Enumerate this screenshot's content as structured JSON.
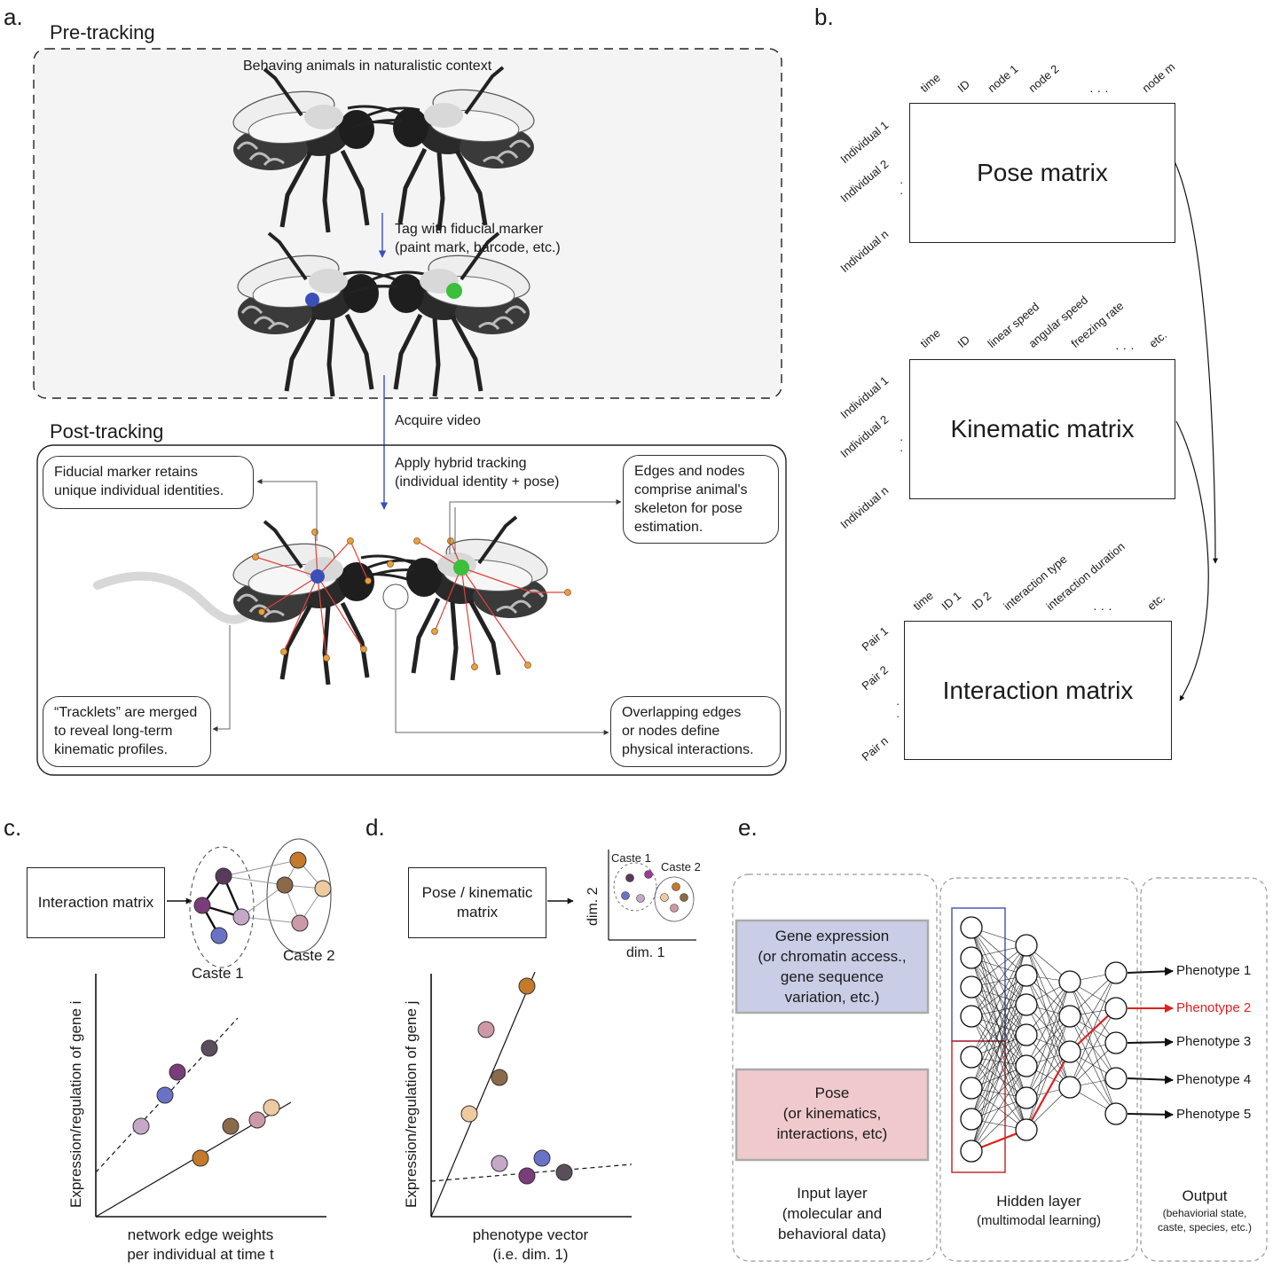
{
  "panels": {
    "a": "a.",
    "b": "b.",
    "c": "c.",
    "d": "d.",
    "e": "e."
  },
  "panel_a": {
    "pre_title": "Pre-tracking",
    "behaving": "Behaving animals in naturalistic context",
    "tag_line1": "Tag with fiducial marker",
    "tag_line2": "(paint mark, barcode, etc.)",
    "acquire": "Acquire video",
    "post_title": "Post-tracking",
    "apply_line1": "Apply hybrid tracking",
    "apply_line2": "(individual identity + pose)",
    "fiducial_line1": "Fiducial marker retains",
    "fiducial_line2": "unique individual identities.",
    "edges_line1": "Edges and nodes",
    "edges_line2": "comprise animal's",
    "edges_line3": "skeleton for pose",
    "edges_line4": "estimation.",
    "tracklets_line1": "“Tracklets” are merged",
    "tracklets_line2": "to reveal long-term",
    "tracklets_line3": "kinematic profiles.",
    "overlap_line1": "Overlapping edges",
    "overlap_line2": "or nodes define",
    "overlap_line3": "physical interactions.",
    "marker_colors": {
      "blue": "#3a4fb8",
      "green": "#3cbf3c",
      "skeleton": "#e0403a",
      "node": "#e8a040"
    }
  },
  "panel_b": {
    "pose": {
      "title": "Pose matrix",
      "cols": [
        "time",
        "ID",
        "node 1",
        "node 2",
        "· · ·",
        "node m"
      ],
      "rows": [
        "Individual 1",
        "Individual 2",
        "·",
        "·",
        "Individual n"
      ]
    },
    "kinematic": {
      "title": "Kinematic matrix",
      "cols": [
        "time",
        "ID",
        "linear speed",
        "angular speed",
        "freezing rate",
        "· · ·",
        "etc."
      ],
      "rows": [
        "Individual 1",
        "Individual 2",
        "·",
        "·",
        "Individual n"
      ]
    },
    "interaction": {
      "title": "Interaction matrix",
      "cols": [
        "time",
        "ID 1",
        "ID 2",
        "interaction type",
        "interaction duration",
        "· · ·",
        "etc."
      ],
      "rows": [
        "Pair 1",
        "Pair 2",
        "·",
        "·",
        "Pair n"
      ]
    }
  },
  "panel_c": {
    "box": "Interaction matrix",
    "caste1": "Caste 1",
    "caste2": "Caste 2",
    "ylabel": "Expression/regulation of gene i",
    "xlabel_line1": "network edge weights",
    "xlabel_line2": "per individual at time t"
  },
  "panel_d": {
    "box_line1": "Pose / kinematic",
    "box_line2": "matrix",
    "caste1": "Caste 1",
    "caste2": "Caste 2",
    "dim2": "dim. 2",
    "dim1": "dim. 1",
    "ylabel": "Expression/regulation of gene j",
    "xlabel_line1": "phenotype vector",
    "xlabel_line2": "(i.e. dim. 1)"
  },
  "panel_e": {
    "gene_line1": "Gene expression",
    "gene_line2": "(or chromatin access.,",
    "gene_line3": "gene sequence",
    "gene_line4": "variation, etc.)",
    "pose_line1": "Pose",
    "pose_line2": "(or kinematics,",
    "pose_line3": "interactions, etc)",
    "input_line1": "Input layer",
    "input_line2": "(molecular and",
    "input_line3": "behavioral data)",
    "hidden_line1": "Hidden layer",
    "hidden_line2": "(multimodal learning)",
    "output_line1": "Output",
    "output_line2": "(behaviorial state,",
    "output_line3": "caste, species, etc.)",
    "phenotypes": [
      "Phenotype 1",
      "Phenotype 2",
      "Phenotype 3",
      "Phenotype 4",
      "Phenotype 5"
    ],
    "colors": {
      "gene_bg": "#c9cde6",
      "pose_bg": "#f0c9cc",
      "highlight": "#e02020",
      "blue": "#3a4fb8",
      "red": "#c02020"
    }
  },
  "colors": {
    "purple_dark": "#5a3a5a",
    "purple": "#7a3d7a",
    "blue": "#6a72c8",
    "lilac": "#c5a8c8",
    "brown": "#8a6a4a",
    "orange": "#c47a2a",
    "pink": "#cc9aa6",
    "peach": "#eecaa0",
    "darkgray": "#5a4e5a"
  }
}
